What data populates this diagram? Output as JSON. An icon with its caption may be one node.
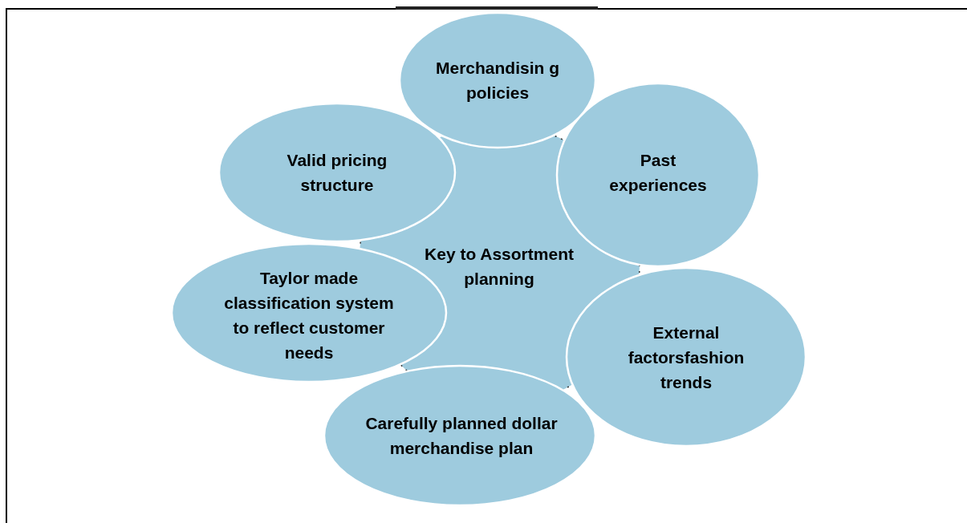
{
  "diagram": {
    "nodes": [
      {
        "text": [
          "Merchandisin g policies"
        ]
      },
      {
        "text": [
          "Valid pricing structure"
        ]
      },
      {
        "text": [
          "Past experiences"
        ]
      },
      {
        "text": [
          "Key to Assortment planning"
        ]
      },
      {
        "text": [
          "Taylor made classification system to reflect customer needs"
        ]
      },
      {
        "text": [
          "External factorsfashion trends"
        ]
      },
      {
        "text": [
          "Carefully planned dollar merchandise plan"
        ]
      }
    ]
  }
}
